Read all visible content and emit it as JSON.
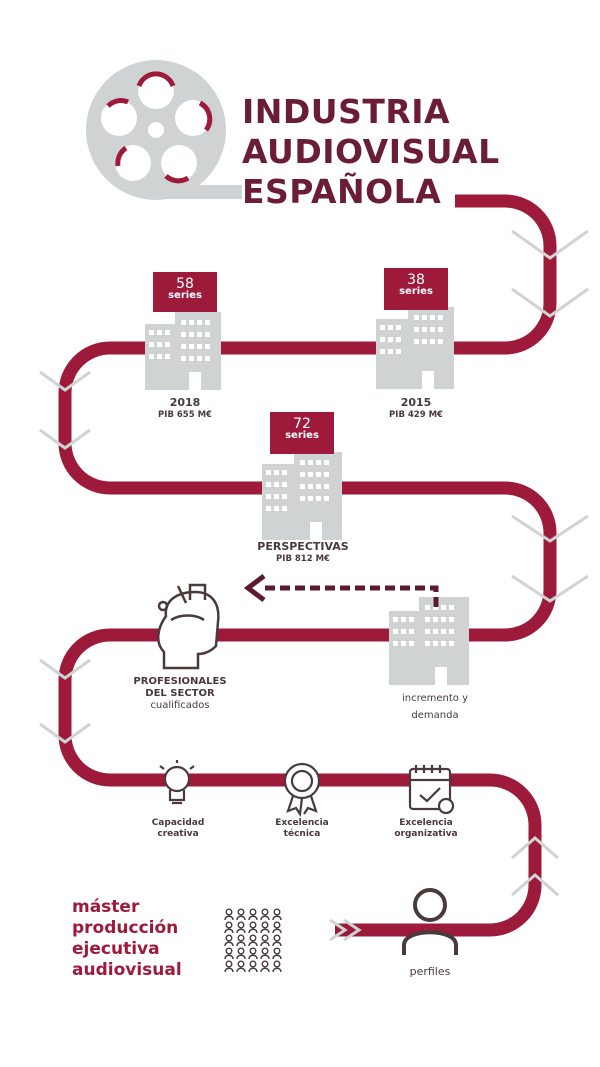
{
  "title": {
    "line1": "INDUSTRIA",
    "line2": "AUDIOVISUAL",
    "line3": "ESPAÑOLA"
  },
  "colors": {
    "path": "#9e1a3b",
    "dark": "#5c1a2e",
    "grey": "#cfd3d3",
    "text": "#4a3a3c"
  },
  "milestones": [
    {
      "count": "58",
      "unit": "series",
      "label": "2018",
      "sub": "PIB 655 M€"
    },
    {
      "count": "38",
      "unit": "series",
      "label": "2015",
      "sub": "PIB 429 M€"
    },
    {
      "count": "72",
      "unit": "series",
      "label": "PERSPECTIVAS",
      "sub": "PIB 812 M€"
    }
  ],
  "demand": {
    "line1": "incremento y",
    "line2": "demanda"
  },
  "professionals": {
    "line1": "PROFESIONALES",
    "line2": "DEL SECTOR",
    "line3": "cualificados"
  },
  "skills": [
    {
      "line1": "Capacidad",
      "line2": "creativa",
      "icon": "lightbulb-icon"
    },
    {
      "line1": "Excelencia",
      "line2": "técnica",
      "icon": "award-icon"
    },
    {
      "line1": "Excelencia",
      "line2": "organizativa",
      "icon": "calendar-icon"
    }
  ],
  "profiles": {
    "label": "perfiles",
    "icon": "person-icon"
  },
  "program": {
    "line1": "máster",
    "line2": "producción",
    "line3": "ejecutiva",
    "line4": "audiovisual"
  },
  "icons": [
    "film-reel-icon",
    "building-icon",
    "head-ideas-icon",
    "people-crowd-icon",
    "chevron-icon",
    "arrow-left-icon"
  ]
}
